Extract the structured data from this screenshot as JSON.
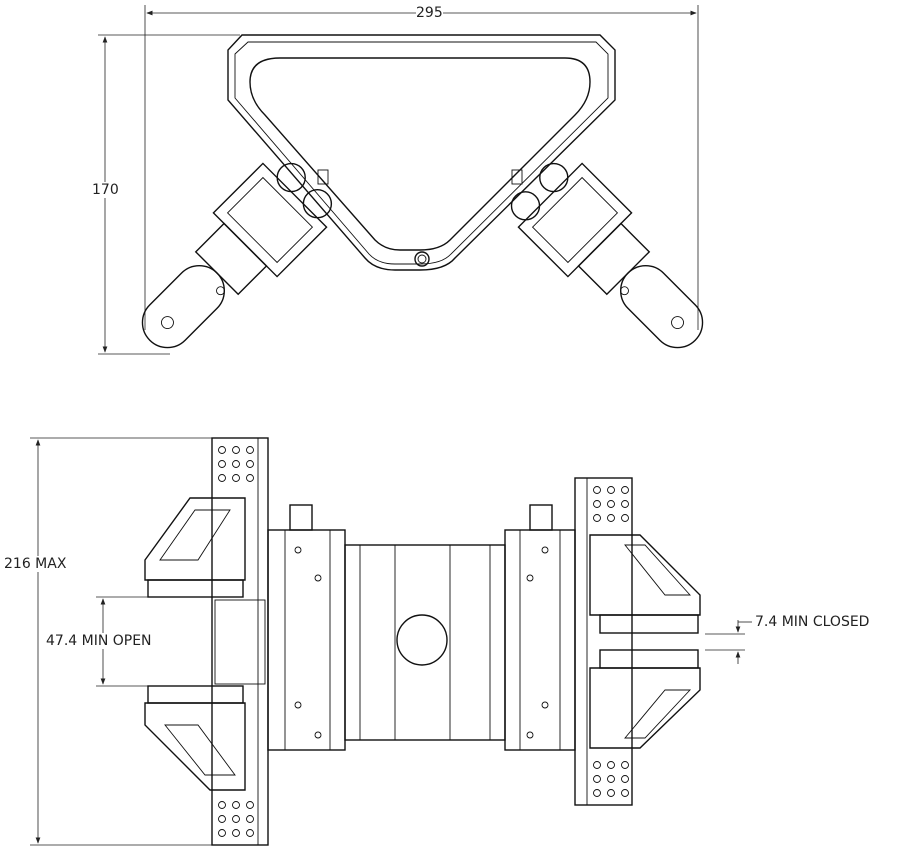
{
  "drawing": {
    "top_view": {
      "width_dimension": "295",
      "height_dimension": "170"
    },
    "front_view": {
      "max_height_dimension": "216 MAX",
      "min_open_dimension": "47.4 MIN OPEN",
      "min_closed_dimension": "7.4 MIN CLOSED"
    }
  },
  "colors": {
    "line": "#111111",
    "background": "#ffffff"
  }
}
